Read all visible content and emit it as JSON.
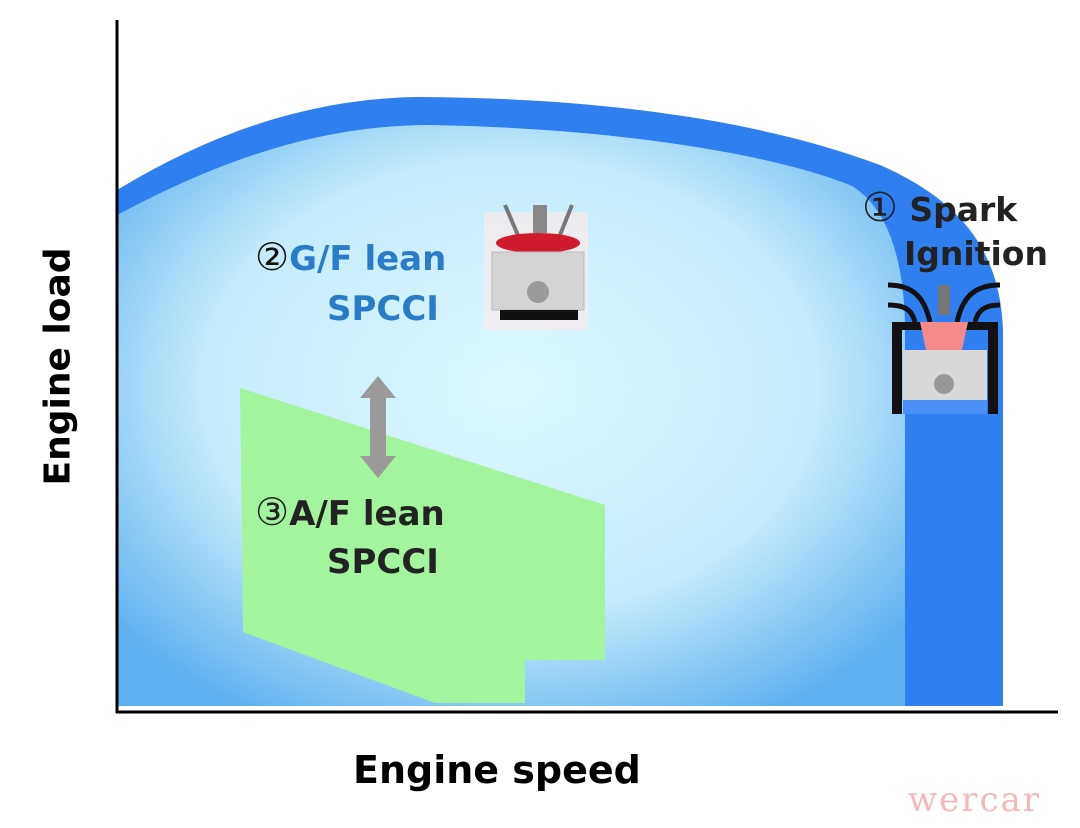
{
  "axes": {
    "x_label": "Engine speed",
    "y_label": "Engine load"
  },
  "regions": [
    {
      "number": "①",
      "label_line1": "Spark",
      "label_line2": "Ignition",
      "color": "#2f7ff0"
    },
    {
      "number": "②",
      "label_line1": "G/F lean",
      "label_line2": "SPCCI",
      "color": "#2a7cc8"
    },
    {
      "number": "③",
      "label_line1": "A/F lean",
      "label_line2": "SPCCI",
      "color": "#a2f59c"
    }
  ],
  "watermark": "wercar"
}
